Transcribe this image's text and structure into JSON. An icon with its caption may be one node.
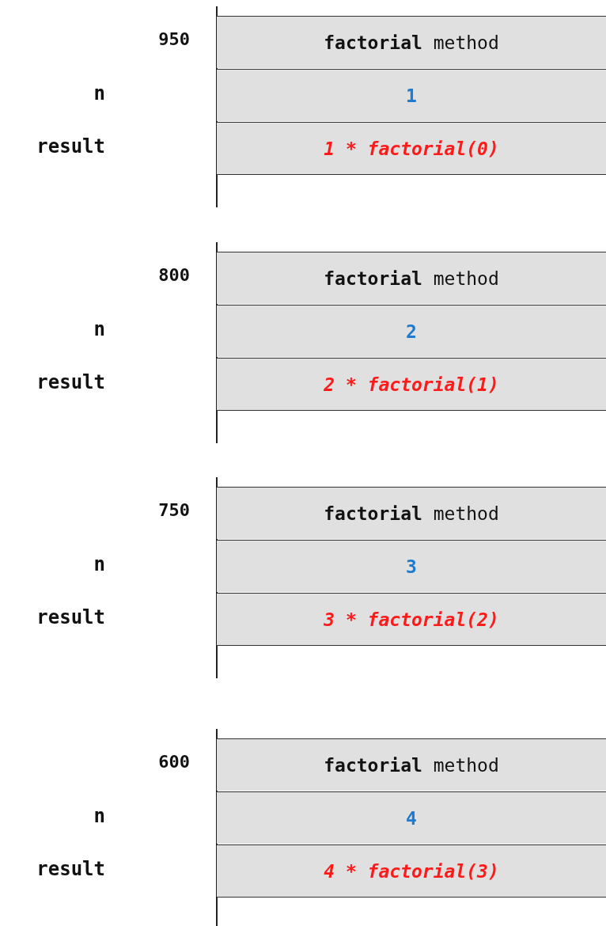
{
  "diagram": {
    "nodes": [
      {
        "text": [
          "**factorial** method"
        ]
      },
      {
        "text": [
          "1"
        ]
      },
      {
        "text": [
          "1 * factorial(0)"
        ]
      },
      {
        "text": [
          "**factorial** method"
        ]
      },
      {
        "text": [
          "2"
        ]
      },
      {
        "text": [
          "2 * factorial(1)"
        ]
      },
      {
        "text": [
          "**factorial** method"
        ]
      },
      {
        "text": [
          "3"
        ]
      },
      {
        "text": [
          "3 * factorial(2)"
        ]
      },
      {
        "text": [
          "**factorial** method"
        ]
      },
      {
        "text": [
          "4"
        ]
      },
      {
        "text": [
          "4 * factorial(3)"
        ]
      }
    ],
    "labels": [
      "950",
      "n",
      "result",
      "800",
      "n",
      "result",
      "750",
      "n",
      "result",
      "600",
      "n",
      "result"
    ]
  }
}
